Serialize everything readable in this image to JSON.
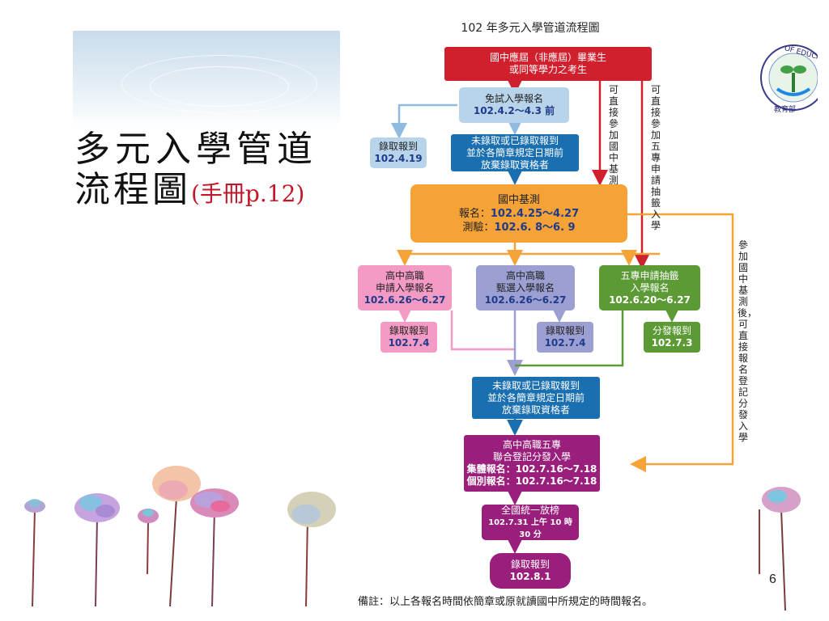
{
  "slide_title_line1": "多元入學管道",
  "slide_title_line2": "流程圖",
  "slide_title_ref": "(手冊p.12)",
  "page_number": "6",
  "flow": {
    "heading": "102 年多元入學管道流程圖",
    "start": [
      "國中應屆（非應屆）畢業生",
      "或同等學力之考生"
    ],
    "exempt": [
      "免試入學報名",
      "102.4.2～4.3 前"
    ],
    "admit1": [
      "錄取報到",
      "102.4.19"
    ],
    "giveup1": [
      "未錄取或已錄取報到",
      "並於各簡章規定日期前",
      "放棄錄取資格者"
    ],
    "side_direct_exam": "可直接參加國中基測",
    "side_direct_five": "可直接參加五專申請抽籤入學",
    "exam": {
      "name": "國中基測",
      "reg_label": "報名：",
      "reg": "102.4.25～4.27",
      "test_label": "測驗：",
      "test": "102.6. 8～6. 9"
    },
    "apply": [
      "高中高職",
      "申請入學報名",
      "102.6.26～6.27"
    ],
    "select": [
      "高中高職",
      "甄選入學報名",
      "102.6.26～6.27"
    ],
    "five": [
      "五專申請抽籤",
      "入學報名",
      "102.6.20～6.27"
    ],
    "admit_apply": [
      "錄取報到",
      "102.7.4"
    ],
    "admit_select": [
      "錄取報到",
      "102.7.4"
    ],
    "admit_five": [
      "分發報到",
      "102.7.3"
    ],
    "giveup2": [
      "未錄取或已錄取報到",
      "並於各簡章規定日期前",
      "放棄錄取資格者"
    ],
    "right_note": "參加國中基測後，可直接報名登記分發入學",
    "joint": [
      "高中高職五專",
      "聯合登記分發入學",
      "集體報名：102.7.16～7.18",
      "個別報名：102.7.16～7.18"
    ],
    "release": [
      "全國統一放榜",
      "102.7.31 上午 10 時 30 分"
    ],
    "final": [
      "錄取報到",
      "102.8.1"
    ],
    "footnote": "備註：以上各報名時間依簡章或原就讀國中所規定的時間報名。"
  },
  "logo_text": [
    "OF EDUCATION",
    "教育部"
  ],
  "colors": {
    "red": "#d0202e",
    "lightblue": "#b8d4ea",
    "blue": "#1a6fb0",
    "orange": "#f5a236",
    "pink": "#f39bc4",
    "lavender": "#9b9fd1",
    "green": "#5b9a35",
    "purple": "#9a1f7c"
  }
}
